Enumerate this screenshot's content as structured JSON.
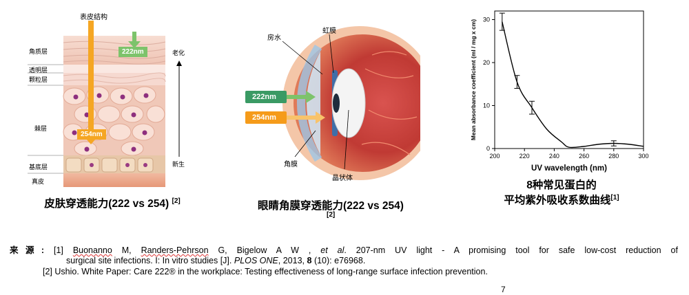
{
  "skin_figure": {
    "top_label": "表皮结构",
    "layers": [
      "角质层",
      "透明层",
      "颗粒层",
      "棘层",
      "基底层",
      "真皮"
    ],
    "badge_222": "222nm",
    "badge_254": "254nm",
    "aging": "老化",
    "new_growth": "新生",
    "caption": "皮肤穿透能力(222 vs 254)",
    "caption_ref": "[2]"
  },
  "eye_figure": {
    "aqueous": "房水",
    "iris": "虹膜",
    "cornea": "角膜",
    "lens": "晶状体",
    "badge_222": "222nm",
    "badge_254": "254nm",
    "caption": "眼睛角膜穿透能力(222 vs 254)",
    "caption_ref": "[2]"
  },
  "chart_data": {
    "type": "line",
    "xlabel": "UV wavelength (nm)",
    "ylabel": "Mean absorbance coefficient (ml / mg x cm)",
    "xlim": [
      200,
      300
    ],
    "ylim": [
      0,
      32
    ],
    "xticks": [
      200,
      220,
      240,
      260,
      280,
      300
    ],
    "yticks": [
      0,
      10,
      20,
      30
    ],
    "grid": false,
    "x": [
      205,
      215,
      225,
      235,
      245,
      250,
      260,
      270,
      280,
      290,
      300
    ],
    "y": [
      29.5,
      15.5,
      9.5,
      4.5,
      1.5,
      0.3,
      0.5,
      1.0,
      1.2,
      1.0,
      0.5
    ],
    "error_bars": [
      {
        "x": 205,
        "y": 29.5,
        "low": 27.5,
        "high": 31.5
      },
      {
        "x": 215,
        "y": 15.5,
        "low": 14.0,
        "high": 17.0
      },
      {
        "x": 225,
        "y": 9.5,
        "low": 8.0,
        "high": 11.0
      },
      {
        "x": 280,
        "y": 1.2,
        "low": 0.6,
        "high": 1.8
      }
    ],
    "caption_line1": "8种常见蛋白的",
    "caption_line2": "平均紫外吸收系数曲线",
    "caption_ref": "[1]"
  },
  "sources": {
    "label": "来源:",
    "ref1_num": "[1]",
    "ref1_a": "Buonanno",
    "ref1_b": "M,",
    "ref1_c": "Randers-Pehrson",
    "ref1_d": "G, Bigelow A W ,",
    "ref1_etal": "et al",
    "ref1_e": ". 207-nm UV light - A promising tool for safe low-cost reduction of",
    "ref1_line2a": "surgical site infections. I: In vitro studies [J].",
    "ref1_journal": "PLOS ONE",
    "ref1_line2b": ", 2013,",
    "ref1_vol": "8",
    "ref1_line2c": "(10): e76968.",
    "ref2": "[2] Ushio. White Paper: Care 222® in the workplace: Testing effectiveness of long-range surface infection prevention."
  },
  "page_number": "7"
}
